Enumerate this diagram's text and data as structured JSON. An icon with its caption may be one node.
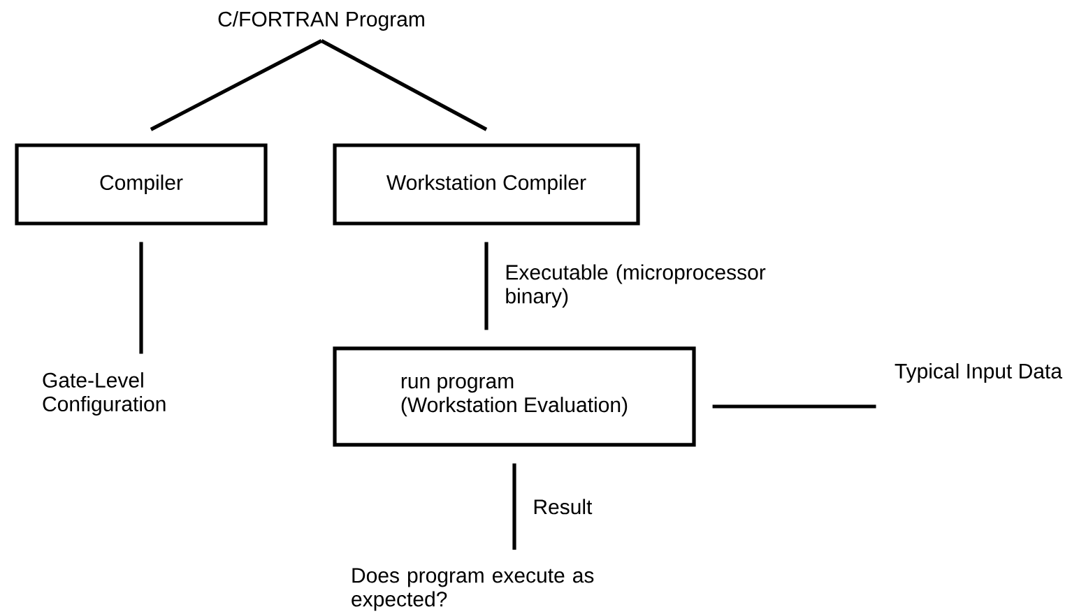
{
  "diagram": {
    "nodes": [
      {
        "text": [
          "C/FORTRAN Program"
        ]
      },
      {
        "text": [
          "Compiler"
        ]
      },
      {
        "text": [
          "Workstation Compiler"
        ]
      },
      {
        "text": [
          "Gate-Level Configuration"
        ]
      },
      {
        "text": [
          "run program",
          "(Workstation Evaluation)"
        ]
      },
      {
        "text": [
          "Typical Input Data"
        ]
      },
      {
        "text": [
          "Does program execute as expected?"
        ]
      }
    ],
    "edges": [
      {
        "from": 0,
        "to": 1,
        "arrow": "none"
      },
      {
        "from": 0,
        "to": 2,
        "arrow": "none"
      },
      {
        "from": 1,
        "to": 3,
        "arrow": "none"
      },
      {
        "from": 2,
        "to": 4,
        "arrow": "none",
        "label": "Executable (microprocessor binary)"
      },
      {
        "from": 4,
        "to": 5,
        "arrow": "none"
      },
      {
        "from": 4,
        "to": 6,
        "arrow": "none",
        "label": "Result"
      }
    ]
  }
}
